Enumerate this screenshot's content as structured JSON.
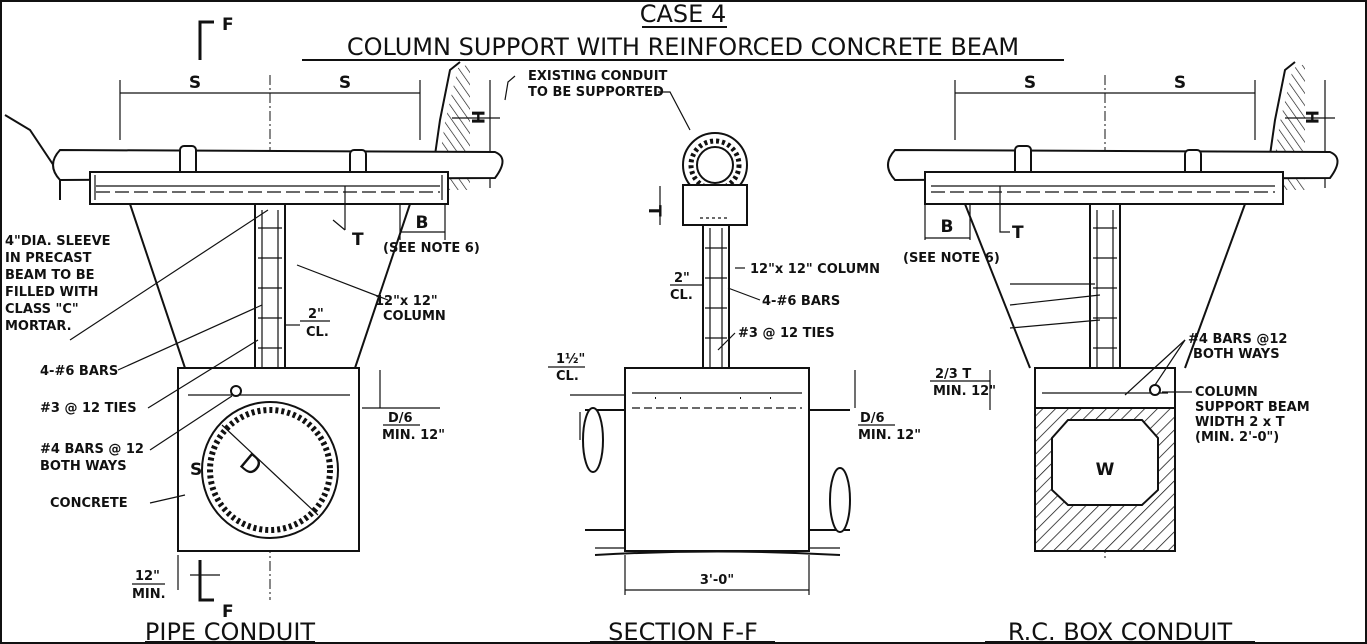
{
  "title": {
    "case": "CASE 4",
    "main": "COLUMN SUPPORT WITH REINFORCED CONCRETE BEAM"
  },
  "section_marks": {
    "top": "F",
    "bottom": "F"
  },
  "views": {
    "pipe": {
      "caption": "PIPE CONDUIT",
      "dims": {
        "s_left": "S",
        "s_right": "S",
        "h": "H",
        "t": "T",
        "b": "B",
        "d": "D",
        "cl": "2\"",
        "cl2": "CL.",
        "min_a": "12\"",
        "min_b": "MIN.",
        "d6": "D/6",
        "d6min": "MIN. 12\"",
        "s_mark": "S"
      },
      "notes": {
        "sleeve": [
          "4\"DIA. SLEEVE",
          "IN PRECAST",
          "BEAM TO BE",
          "FILLED WITH",
          "CLASS \"C\"",
          "MORTAR."
        ],
        "bars": "4-#6 BARS",
        "ties": "#3 @ 12 TIES",
        "bars4": [
          "#4 BARS @ 12",
          "BOTH WAYS"
        ],
        "concrete": "CONCRETE",
        "note6": "(SEE NOTE 6)",
        "column": [
          "12\"x 12\"",
          "COLUMN"
        ]
      }
    },
    "section": {
      "caption": "SECTION F-F",
      "existing": [
        "EXISTING CONDUIT",
        "TO BE SUPPORTED"
      ],
      "t": "T",
      "cl": "2\"",
      "cl2": "CL.",
      "cl15": "1½\"",
      "cl15b": "CL.",
      "column": "12\"x 12\" COLUMN",
      "bars": "4-#6 BARS",
      "ties": "#3 @ 12 TIES",
      "d6": "D/6",
      "d6min": "MIN. 12\"",
      "width": "3'-0\""
    },
    "box": {
      "caption": "R.C. BOX CONDUIT",
      "dims": {
        "s_left": "S",
        "s_right": "S",
        "h": "H",
        "t": "T",
        "b": "B",
        "w": "W"
      },
      "notes": {
        "note6": "(SEE NOTE 6)",
        "twothirds": "2/3 T",
        "min12": "MIN. 12\"",
        "bars4": [
          "#4 BARS @12",
          "BOTH WAYS"
        ],
        "support": [
          "COLUMN",
          "SUPPORT BEAM",
          "WIDTH 2 x T",
          "(MIN. 2'-0\")"
        ]
      }
    }
  }
}
